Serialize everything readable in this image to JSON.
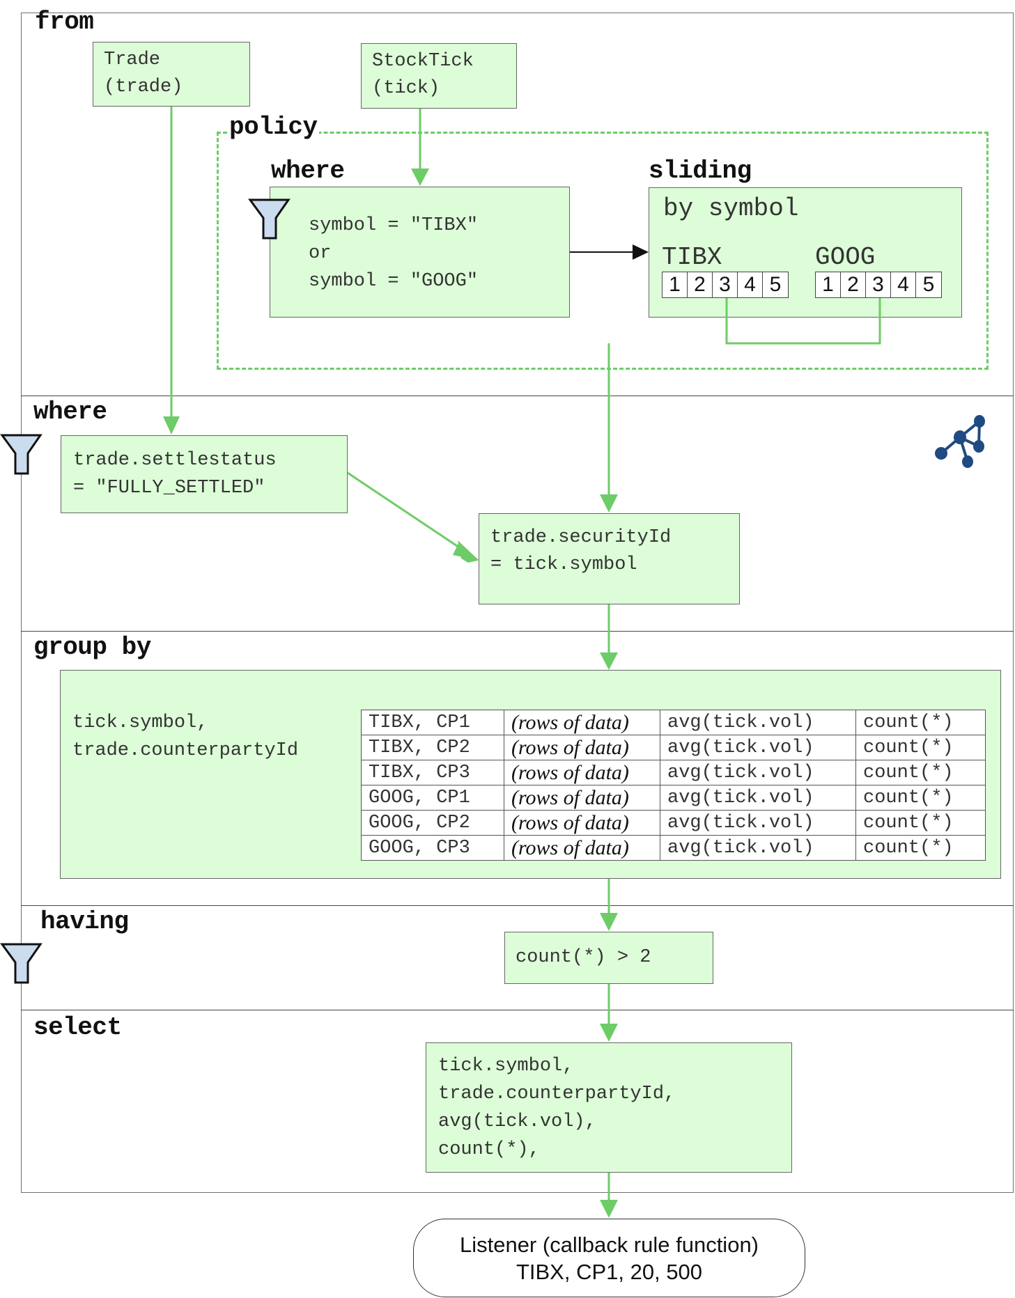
{
  "sections": {
    "from": "from",
    "where": "where",
    "group_by": "group by",
    "having": "having",
    "select": "select"
  },
  "from": {
    "trade_box": {
      "line1": "Trade",
      "line2": "(trade)"
    },
    "tick_box": {
      "line1": "StockTick",
      "line2": "(tick)"
    },
    "policy": {
      "label": "policy",
      "where_label": "where",
      "where_lines": [
        "symbol = \"TIBX\"",
        "or",
        "symbol = \"GOOG\""
      ],
      "sliding_label": "sliding",
      "sliding_by": "by symbol",
      "windows": [
        {
          "symbol": "TIBX",
          "cells": [
            "1",
            "2",
            "3",
            "4",
            "5"
          ]
        },
        {
          "symbol": "GOOG",
          "cells": [
            "1",
            "2",
            "3",
            "4",
            "5"
          ]
        }
      ]
    }
  },
  "where": {
    "filter_lines": [
      "trade.settlestatus",
      "= \"FULLY_SETTLED\""
    ],
    "join_lines": [
      "trade.securityId",
      "= tick.symbol"
    ]
  },
  "group_by": {
    "key_lines": [
      "tick.symbol,",
      "trade.counterpartyId"
    ],
    "rows": [
      [
        "TIBX, CP1",
        "(rows of data)",
        "avg(tick.vol)",
        "count(*)"
      ],
      [
        "TIBX, CP2",
        "(rows of data)",
        "avg(tick.vol)",
        "count(*)"
      ],
      [
        "TIBX, CP3",
        "(rows of data)",
        "avg(tick.vol)",
        "count(*)"
      ],
      [
        "GOOG, CP1",
        "(rows of data)",
        "avg(tick.vol)",
        "count(*)"
      ],
      [
        "GOOG, CP2",
        "(rows of data)",
        "avg(tick.vol)",
        "count(*)"
      ],
      [
        "GOOG, CP3",
        "(rows of data)",
        "avg(tick.vol)",
        "count(*)"
      ]
    ]
  },
  "having": {
    "condition": "count(*) > 2"
  },
  "select": {
    "lines": [
      "tick.symbol,",
      "trade.counterpartyId,",
      "avg(tick.vol),",
      "count(*),"
    ]
  },
  "listener": {
    "title": "Listener (callback rule function)",
    "output": "TIBX, CP1, 20, 500"
  },
  "icons": {
    "filter": "funnel-icon",
    "network": "network-graph-icon"
  },
  "colors": {
    "box_fill": "#ddfdd8",
    "flow_line": "#6dcc67",
    "funnel_fill": "#ccdcef",
    "network_icon": "#1f4a82"
  }
}
